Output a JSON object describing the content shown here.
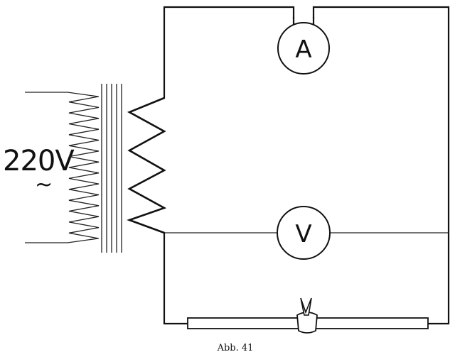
{
  "supply": {
    "voltage_label": "220V",
    "ac_symbol": "~"
  },
  "meters": {
    "ammeter_label": "A",
    "voltmeter_label": "V"
  },
  "caption": "Abb. 41"
}
